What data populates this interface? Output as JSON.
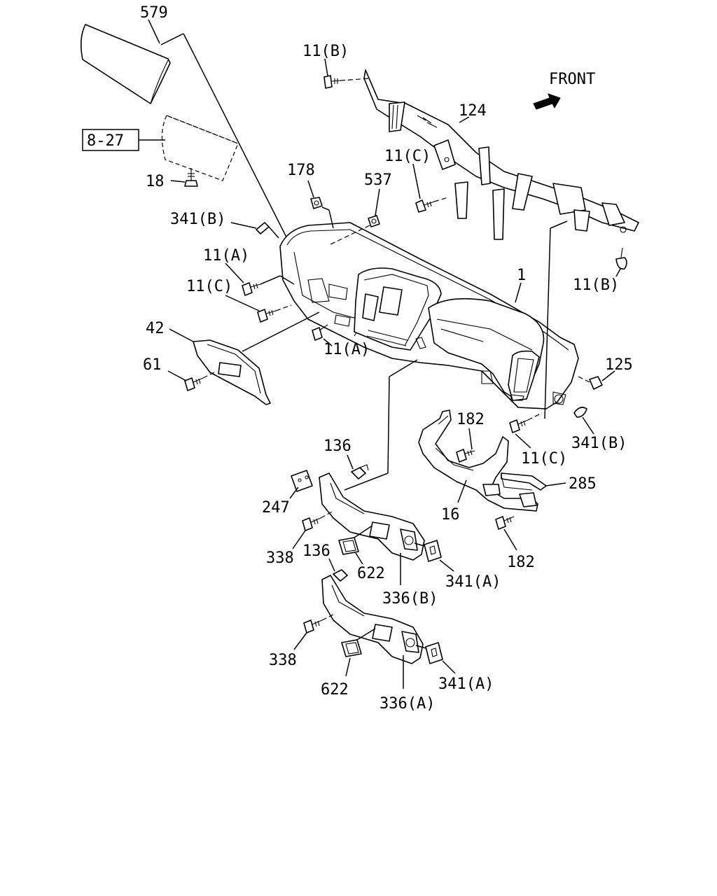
{
  "front_label": "FRONT",
  "reference_box": "8-27",
  "labels": {
    "p579": "579",
    "p11b_top": "11(B)",
    "p124": "124",
    "p11c_top": "11(C)",
    "p178": "178",
    "p537": "537",
    "p18": "18",
    "p341b_left": "341(B)",
    "p11a_left": "11(A)",
    "p11c_left": "11(C)",
    "p11b_right": "11(B)",
    "p1": "1",
    "p42": "42",
    "p61": "61",
    "p11a_mid": "11(A)",
    "p125": "125",
    "p182_top": "182",
    "p341b_right": "341(B)",
    "p11c_right": "11(C)",
    "p136_top": "136",
    "p285": "285",
    "p247": "247",
    "p16": "16",
    "p338_top": "338",
    "p136_mid": "136",
    "p622_top": "622",
    "p341a_top": "341(A)",
    "p182_bottom": "182",
    "p336b": "336(B)",
    "p338_bottom": "338",
    "p341a_bottom": "341(A)",
    "p622_bottom": "622",
    "p336a": "336(A)"
  }
}
